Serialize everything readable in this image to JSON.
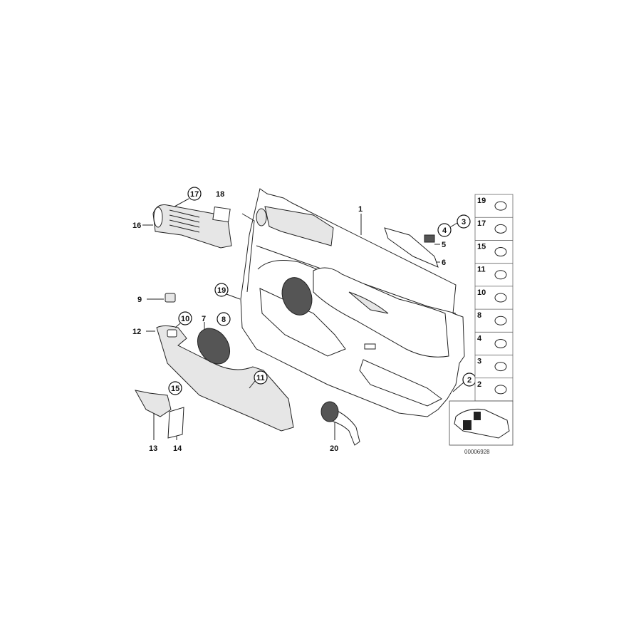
{
  "diagram": {
    "callouts": {
      "c1": "1",
      "c2": "2",
      "c3": "3",
      "c4": "4",
      "c5": "5",
      "c6": "6",
      "c7": "7",
      "c8": "8",
      "c9": "9",
      "c10": "10",
      "c11": "11",
      "c12": "12",
      "c13": "13",
      "c14": "14",
      "c15": "15",
      "c16": "16",
      "c17": "17",
      "c18": "18",
      "c19": "19",
      "c20": "20"
    },
    "fastener_panel": [
      "19",
      "17",
      "15",
      "11",
      "10",
      "8",
      "4",
      "3",
      "2"
    ],
    "drawing_code": "00006928"
  }
}
